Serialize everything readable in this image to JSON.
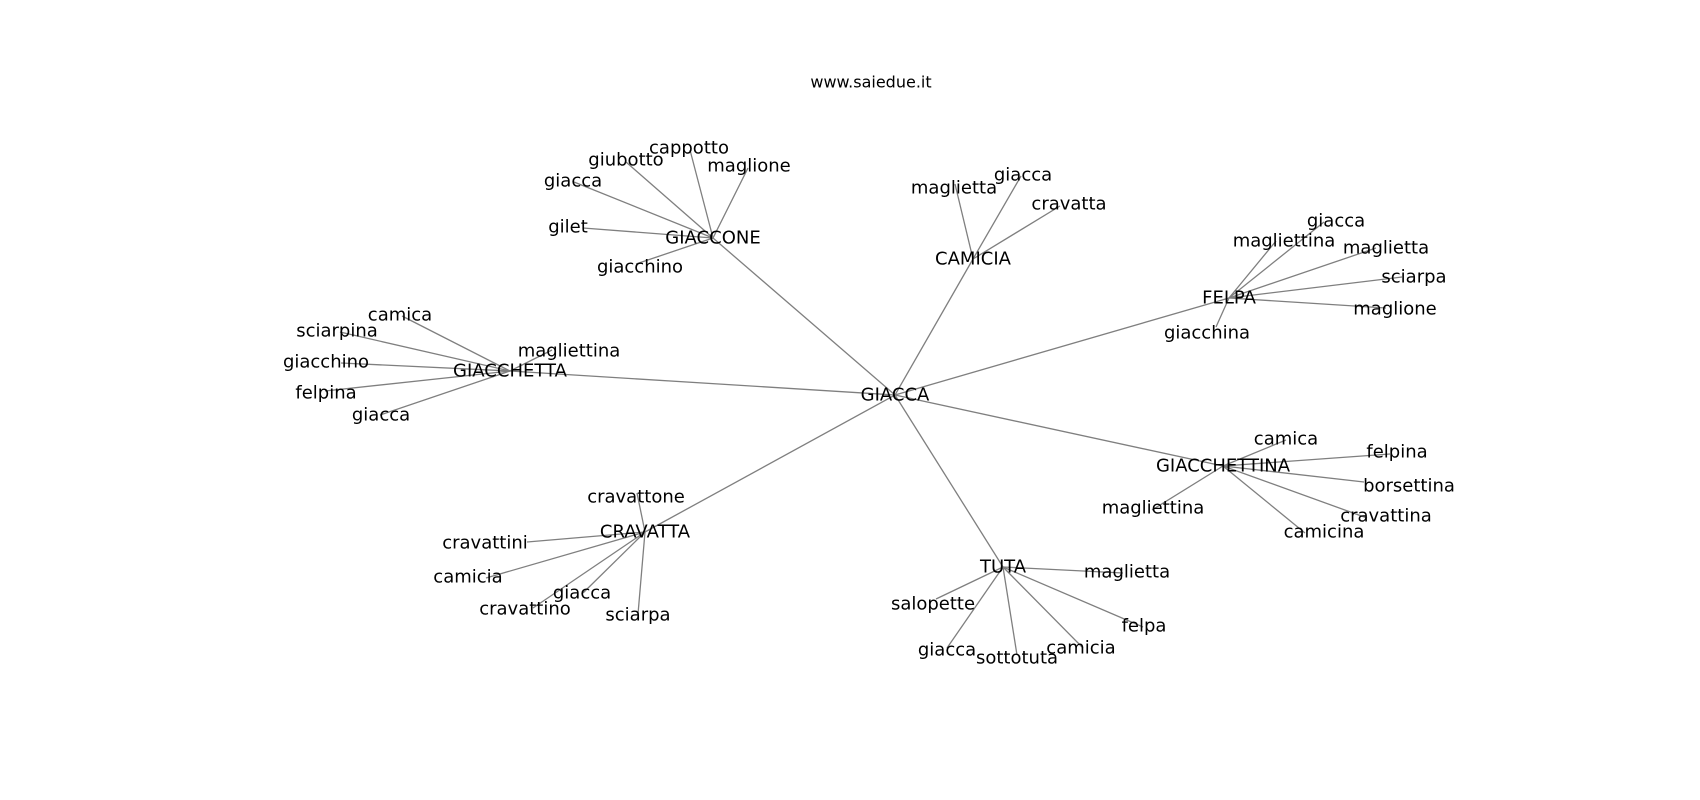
{
  "title": "www.saiedue.it",
  "graph": {
    "center": "GIACCA",
    "hubs": [
      {
        "label": "GIACCONE",
        "leaves": [
          "cappotto",
          "giubotto",
          "maglione",
          "giacca",
          "gilet",
          "giacchino"
        ]
      },
      {
        "label": "CAMICIA",
        "leaves": [
          "maglietta",
          "giacca",
          "cravatta"
        ]
      },
      {
        "label": "FELPA",
        "leaves": [
          "giacca",
          "magliettina",
          "maglietta",
          "sciarpa",
          "maglione",
          "giacchina"
        ]
      },
      {
        "label": "GIACCHETTA",
        "leaves": [
          "camica",
          "sciarpina",
          "magliettina",
          "giacchino",
          "felpina",
          "giacca"
        ]
      },
      {
        "label": "GIACCHETTINA",
        "leaves": [
          "camica",
          "felpina",
          "borsettina",
          "maglièttina",
          "cravattina",
          "camicina"
        ]
      },
      {
        "label": "CRAVATTA",
        "leaves": [
          "cravattone",
          "cravattini",
          "camicia",
          "giacca",
          "cravattino",
          "sciarpa"
        ]
      },
      {
        "label": "TUTA",
        "leaves": [
          "maglietta",
          "salopette",
          "felpa",
          "giacca",
          "sottotuta",
          "camicia"
        ]
      }
    ]
  }
}
